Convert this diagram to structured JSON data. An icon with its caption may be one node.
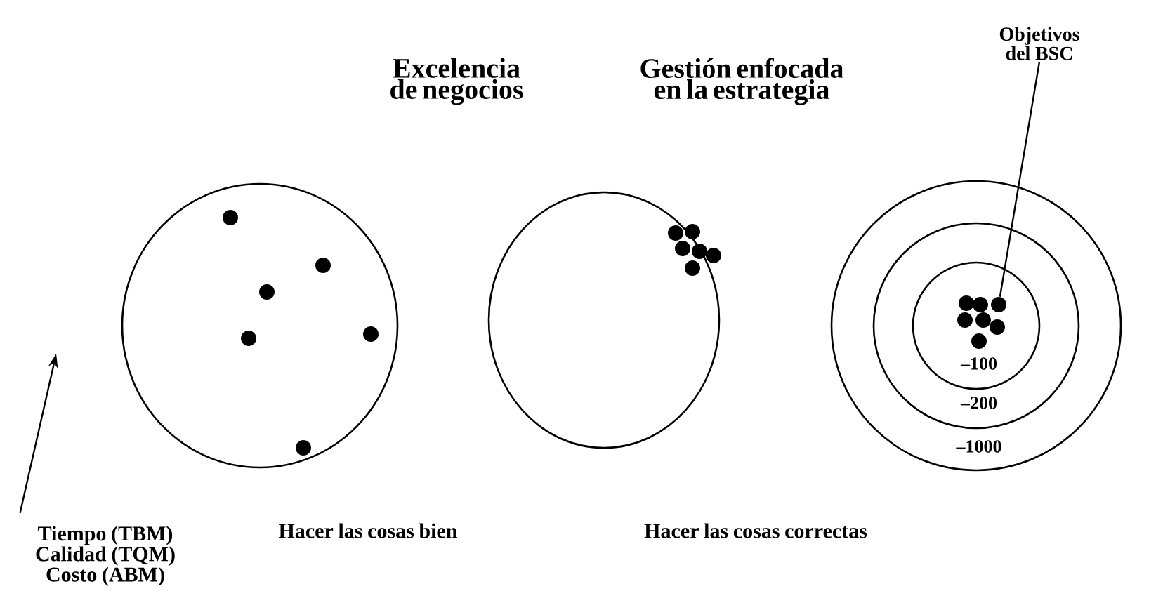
{
  "diagram": {
    "nodes": [
      {
        "text": [
          "Tiempo (TBM) Calidad (TQM) Costo (ABM)"
        ]
      },
      {
        "text": [],
        "shape": "circle"
      },
      {
        "text": [],
        "shape": "circle"
      },
      {
        "text": [
          "–1000"
        ]
      },
      {
        "text": [
          "–200"
        ],
        "in": 3
      },
      {
        "text": [
          "–100"
        ],
        "in": 4
      },
      {
        "text": [
          "Objetivos del BSC"
        ]
      },
      {
        "text": [],
        "shape": "circle",
        "in": 5
      }
    ],
    "edges": [
      {
        "from": 0,
        "to": null,
        "arrow": "to"
      },
      {
        "from": 6,
        "to": 7,
        "arrow": "none"
      }
    ],
    "labels": [
      "Excelencia de negocios",
      "Gestión enfocada en la estrategia",
      "Hacer las cosas bien",
      "Hacer las cosas correctas"
    ]
  }
}
